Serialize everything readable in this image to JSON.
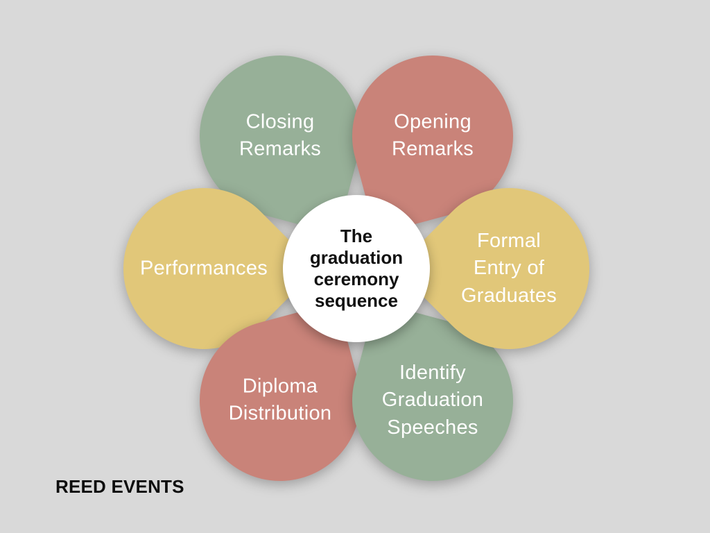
{
  "background_color": "#d9d9d9",
  "center": {
    "title": "The graduation ceremony sequence",
    "circle_color": "#ffffff",
    "text_color": "#111111"
  },
  "petals": [
    {
      "label": "Opening Remarks",
      "color": "#c98379",
      "position": "top-right"
    },
    {
      "label": "Formal Entry of Graduates",
      "color": "#e1c779",
      "position": "right"
    },
    {
      "label": "Identify Graduation Speeches",
      "color": "#97b098",
      "position": "bottom-right"
    },
    {
      "label": "Diploma Distribution",
      "color": "#c98379",
      "position": "bottom-left"
    },
    {
      "label": "Performances",
      "color": "#e1c779",
      "position": "left"
    },
    {
      "label": "Closing Remarks",
      "color": "#97b098",
      "position": "top-left"
    }
  ],
  "petal_text_color": "#ffffff",
  "brand": {
    "label": "REED EVENTS"
  }
}
